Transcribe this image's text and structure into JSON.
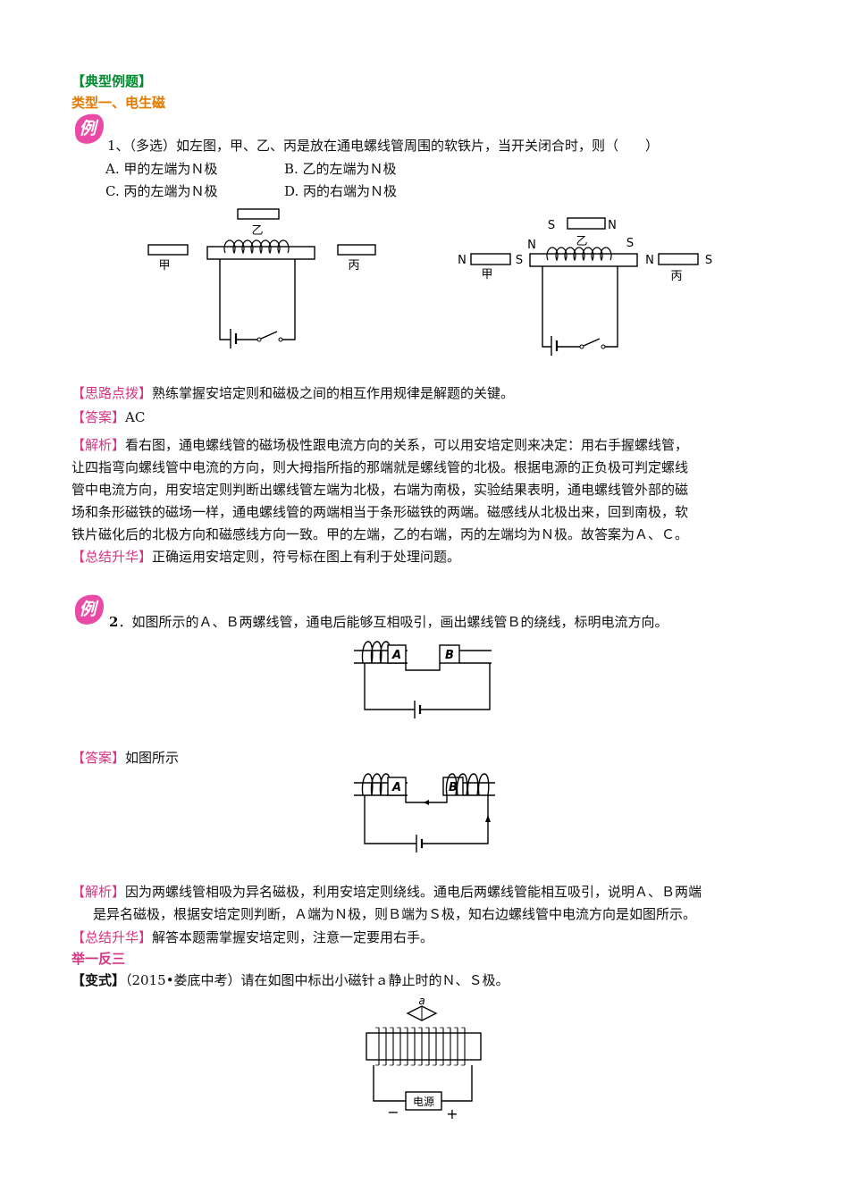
{
  "headings": {
    "typical_examples": "【典型例题】",
    "type_one": "类型一、电生磁",
    "practice": "举一反三"
  },
  "badge_label": "例",
  "example1": {
    "question": "1、（多选）如左图，甲、乙、丙是放在通电螺线管周围的软铁片，当开关闭合时，则（　　）",
    "option_a": "A.  甲的左端为Ｎ极",
    "option_b": "B.  乙的左端为Ｎ极",
    "option_c": "C.  丙的左端为Ｎ极",
    "option_d": "D.  丙的右端为Ｎ极",
    "fig_left": {
      "jia": "甲",
      "yi": "乙",
      "bing": "丙"
    },
    "fig_right": {
      "jia": "甲",
      "yi": "乙",
      "bing": "丙",
      "n": "N",
      "s": "S"
    },
    "hint_tag": "【思路点拨】",
    "hint_text": "熟练掌握安培定则和磁极之间的相互作用规律是解题的关键。",
    "answer_tag": "【答案】",
    "answer_text": "AC",
    "analysis_tag": "【解析】",
    "analysis_lines": [
      "看右图，通电螺线管的磁场极性跟电流方向的关系，可以用安培定则来决定：用右手握螺线管，",
      "让四指弯向螺线管中电流的方向，则大拇指所指的那端就是螺线管的北极。根据电源的正负极可判定螺线",
      "管中电流方向，用安培定则判断出螺线管左端为北极，右端为南极，实验结果表明，通电螺线管外部的磁",
      "场和条形磁铁的磁场一样，通电螺线管的两端相当于条形磁铁的两端。磁感线从北极出来，回到南极，软",
      "铁片磁化后的北极方向和磁感线方向一致。甲的左端，乙的右端，丙的左端均为Ｎ极。故答案为Ａ、Ｃ。"
    ],
    "summary_tag": "【总结升华】",
    "summary_text": "正确运用安培定则，符号标在图上有利于处理问题。"
  },
  "example2": {
    "number": "2",
    "question": "．如图所示的Ａ、Ｂ两螺线管，通电后能够互相吸引，画出螺线管Ｂ的绕线，标明电流方向。",
    "label_a": "A",
    "label_b": "B",
    "answer_tag": "【答案】",
    "answer_text": "如图所示",
    "analysis_tag": "【解析】",
    "analysis_line1": "因为两螺线管相吸为异名磁极，利用安培定则绕线。通电后两螺线管能相互吸引，说明Ａ、Ｂ两端",
    "analysis_line2": "是异名磁极，根据安培定则判断，Ａ端为Ｎ极，则Ｂ端为Ｓ极，知右边螺线管中电流方向是如图所示。",
    "summary_tag": "【总结升华】",
    "summary_text": "解答本题需掌握安培定则，注意一定要用右手。"
  },
  "variant": {
    "tag": "【变式】",
    "text": "（2015•娄底中考）请在如图中标出小磁针ａ静止时的Ｎ、Ｓ极。",
    "needle_label": "a",
    "power_label": "电源",
    "minus": "−",
    "plus": "+"
  }
}
